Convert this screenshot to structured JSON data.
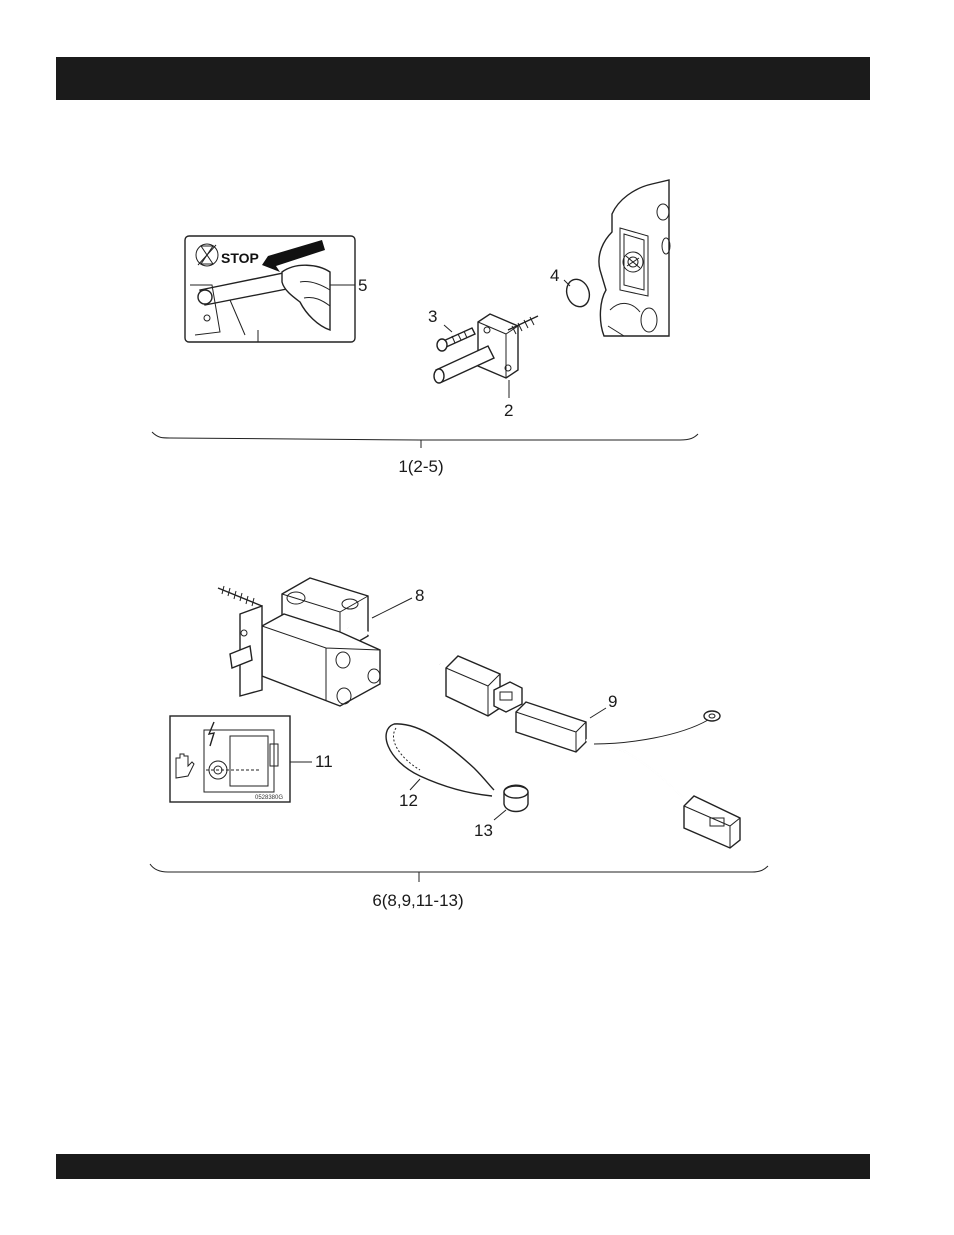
{
  "figure_top": {
    "inset_label": "STOP",
    "callouts": [
      "5",
      "4",
      "3",
      "2"
    ],
    "group_label": "1(2-5)"
  },
  "figure_bottom": {
    "callouts": [
      "8",
      "9",
      "11",
      "12",
      "13"
    ],
    "inset_code": "0528380G",
    "group_label": "6(8,9,11-13)"
  }
}
